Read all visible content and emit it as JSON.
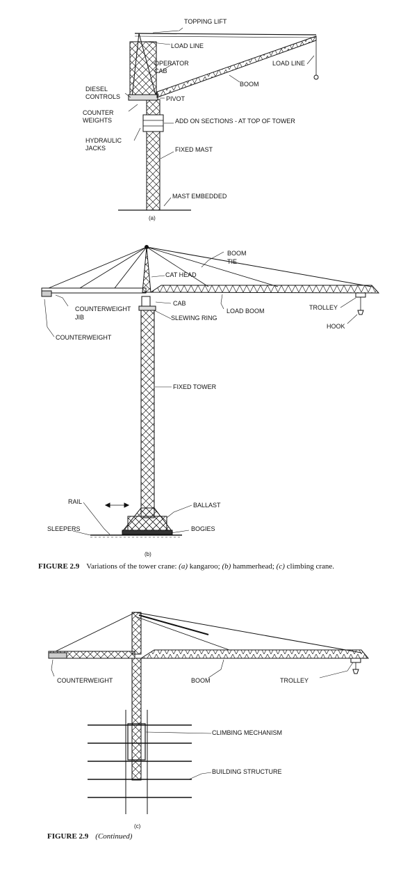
{
  "figure_a": {
    "labels": {
      "topping_lift": "TOPPING LIFT",
      "load_line_1": "LOAD LINE",
      "load_line_2": "LOAD LINE",
      "operator": "OPERATOR",
      "cab": "CAB",
      "boom": "BOOM",
      "diesel": "DIESEL",
      "controls": "CONTROLS",
      "pivot": "PIVOT",
      "counter": "COUNTER",
      "weights": "WEIGHTS",
      "add_on": "ADD ON SECTIONS - AT TOP OF TOWER",
      "hydraulic": "HYDRAULIC",
      "jacks": "JACKS",
      "fixed_mast": "FIXED MAST",
      "mast_embedded": "MAST EMBEDDED"
    },
    "sublabel": "(a)"
  },
  "figure_b": {
    "labels": {
      "boom": "BOOM",
      "tie": "TIE",
      "cat_head": "CAT HEAD",
      "cab": "CAB",
      "counterweight": "COUNTERWEIGHT",
      "jib": "JIB",
      "slewing_ring": "SLEWING RING",
      "load_boom": "LOAD BOOM",
      "trolley": "TROLLEY",
      "hook": "HOOK",
      "counterweight_2": "COUNTERWEIGHT",
      "fixed_tower": "FIXED TOWER",
      "rail": "RAIL",
      "ballast": "BALLAST",
      "sleepers": "SLEEPERS",
      "bogies": "BOGIES"
    },
    "sublabel": "(b)"
  },
  "caption1": {
    "num": "FIGURE 2.9",
    "pre": "Variations of the tower crane: ",
    "a": "(a)",
    "a_text": " kangaroo; ",
    "b": "(b)",
    "b_text": " hammerhead; ",
    "c": "(c)",
    "c_text": " climbing crane."
  },
  "figure_c": {
    "labels": {
      "counterweight": "COUNTERWEIGHT",
      "boom": "BOOM",
      "trolley": "TROLLEY",
      "climbing_mechanism": "CLIMBING MECHANISM",
      "building_structure": "BUILDING STRUCTURE"
    },
    "sublabel": "(c)"
  },
  "caption2": {
    "num": "FIGURE 2.9",
    "text": "(Continued)"
  }
}
